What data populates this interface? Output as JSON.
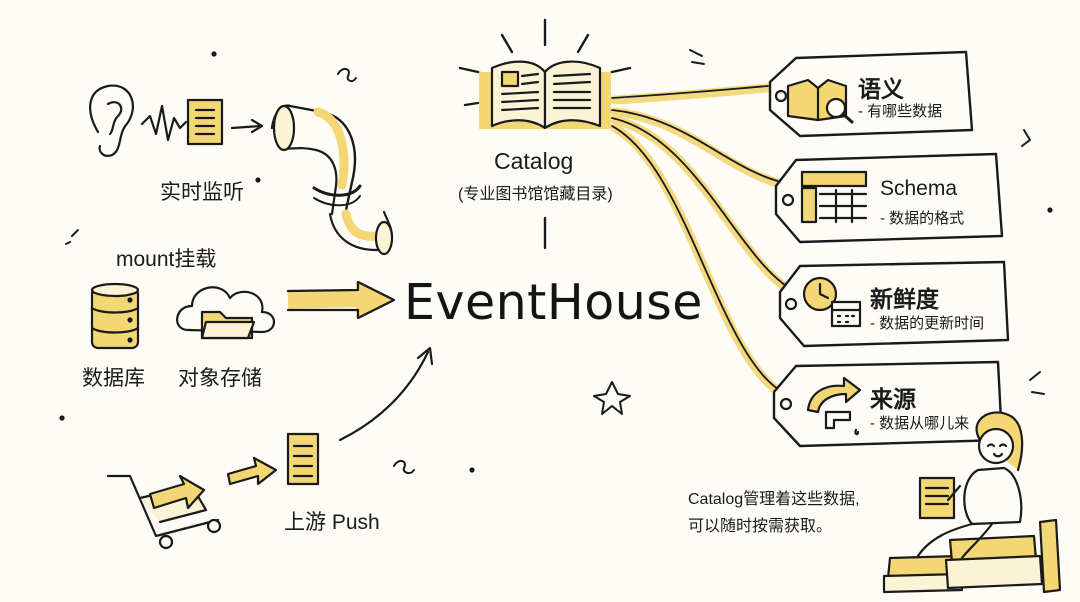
{
  "center": {
    "title": "EventHouse"
  },
  "catalog": {
    "title": "Catalog",
    "subtitle": "(专业图书馆馆藏目录)"
  },
  "sources": {
    "realtime": "实时监听",
    "mount": "mount挂载",
    "database": "数据库",
    "object_storage": "对象存储",
    "upstream_push": "上游 Push"
  },
  "tags": [
    {
      "title": "语义",
      "subtitle": "- 有哪些数据"
    },
    {
      "title": "Schema",
      "subtitle": "- 数据的格式"
    },
    {
      "title": "新鲜度",
      "subtitle": "- 数据的更新时间"
    },
    {
      "title": "来源",
      "subtitle": "- 数据从哪儿来"
    }
  ],
  "note": {
    "line1": "Catalog管理着这些数据,",
    "line2": "可以随时按需获取。"
  },
  "colors": {
    "accent": "#f3d774",
    "ink": "#1a1a1a",
    "background": "#fdfcf7"
  }
}
